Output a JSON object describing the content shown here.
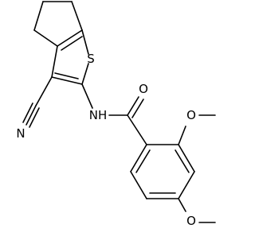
{
  "diagram": {
    "atoms": {
      "N_nitrile": "N",
      "S_ring": "S",
      "NH_amide": "NH",
      "O_carbonyl": "O",
      "O_methoxy_2": "O",
      "O_methoxy_4": "O"
    }
  }
}
